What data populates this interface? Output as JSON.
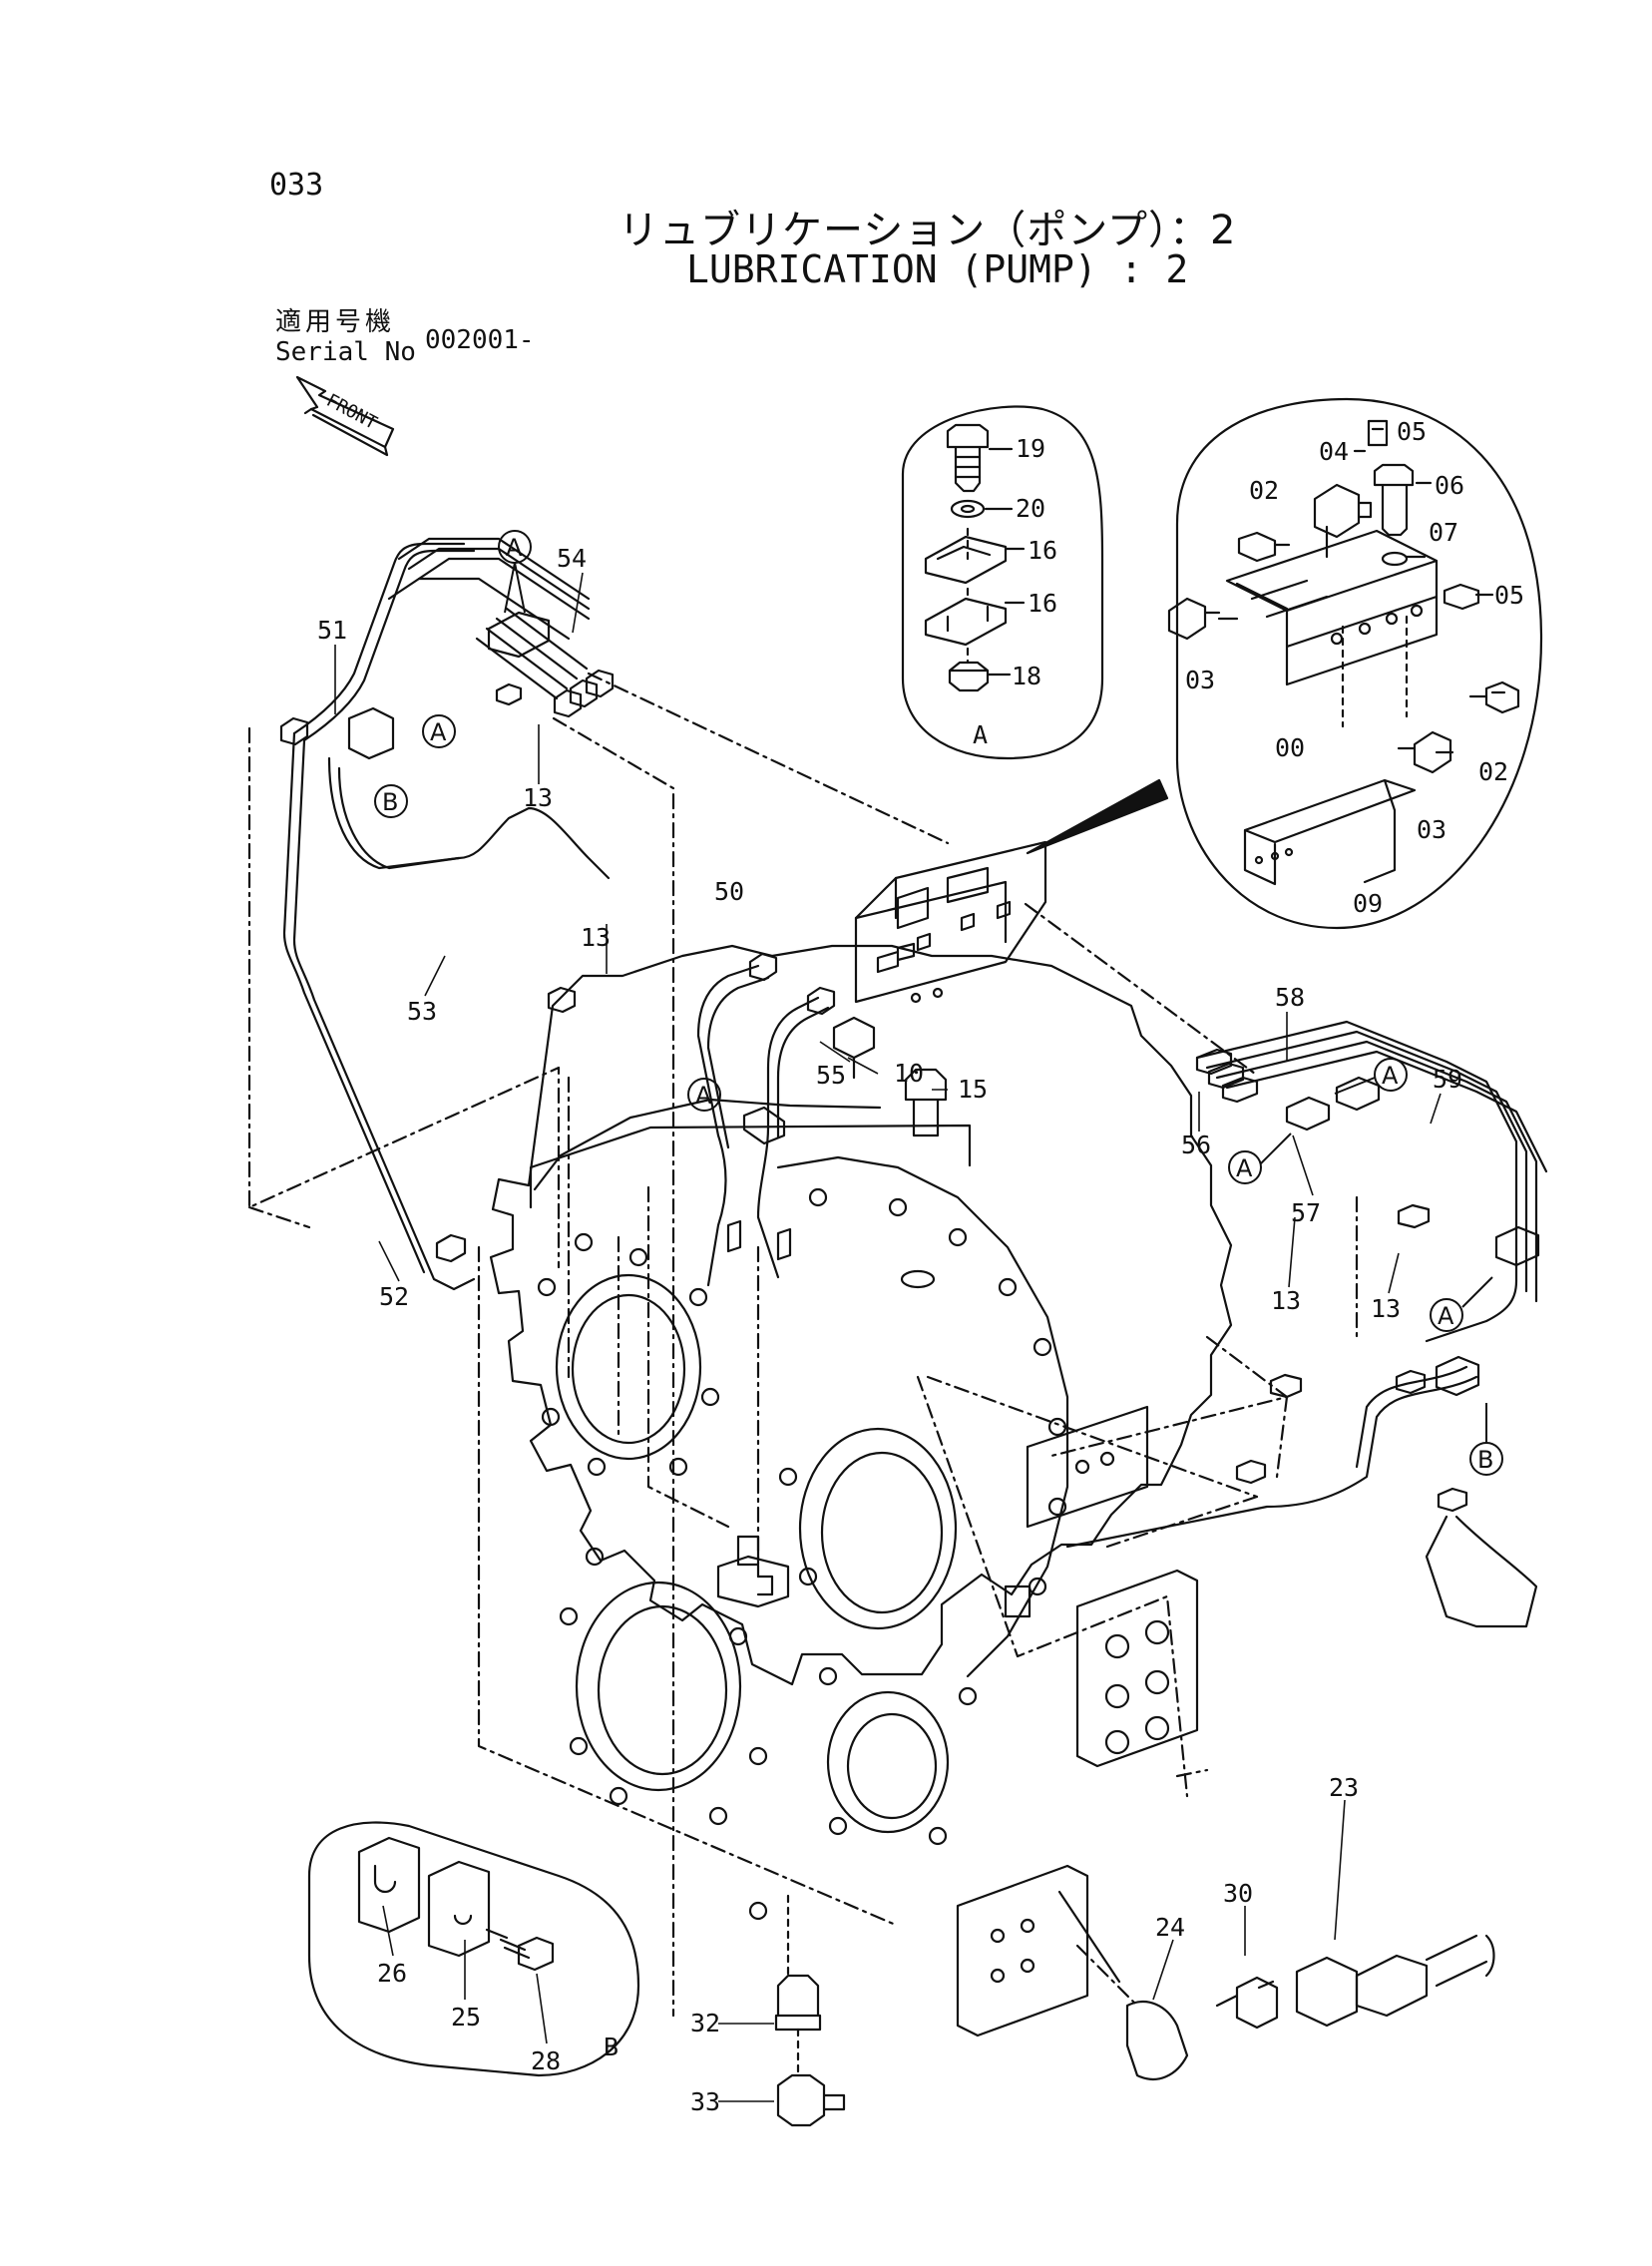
{
  "header": {
    "page_number": "033",
    "title_jp": "リュブリケーション（ポンプ）：2",
    "title_en": "LUBRICATION (PUMP) : 2",
    "serial_label_jp": "適用号機",
    "serial_label_en": "Serial No",
    "serial_value": "002001-"
  },
  "front_indicator": "FRONT",
  "callouts": {
    "A": "A",
    "B": "B"
  },
  "detail_labels": {
    "detail_a": "A",
    "detail_b": "B"
  },
  "part_labels": [
    {
      "id": "p19",
      "text": "19"
    },
    {
      "id": "p20",
      "text": "20"
    },
    {
      "id": "p16a",
      "text": "16"
    },
    {
      "id": "p16b",
      "text": "16"
    },
    {
      "id": "p18",
      "text": "18"
    },
    {
      "id": "p05a",
      "text": "05"
    },
    {
      "id": "p04",
      "text": "04"
    },
    {
      "id": "p06",
      "text": "06"
    },
    {
      "id": "p02a",
      "text": "02"
    },
    {
      "id": "p07",
      "text": "07"
    },
    {
      "id": "p05b",
      "text": "05"
    },
    {
      "id": "p03a",
      "text": "03"
    },
    {
      "id": "p00",
      "text": "00"
    },
    {
      "id": "p02b",
      "text": "02"
    },
    {
      "id": "p03b",
      "text": "03"
    },
    {
      "id": "p09",
      "text": "09"
    },
    {
      "id": "p54",
      "text": "54"
    },
    {
      "id": "p51",
      "text": "51"
    },
    {
      "id": "p13a",
      "text": "13"
    },
    {
      "id": "p50",
      "text": "50"
    },
    {
      "id": "p13b",
      "text": "13"
    },
    {
      "id": "p53",
      "text": "53"
    },
    {
      "id": "p10",
      "text": "10"
    },
    {
      "id": "p55",
      "text": "55"
    },
    {
      "id": "p15",
      "text": "15"
    },
    {
      "id": "p58",
      "text": "58"
    },
    {
      "id": "p59",
      "text": "59"
    },
    {
      "id": "p56",
      "text": "56"
    },
    {
      "id": "p57",
      "text": "57"
    },
    {
      "id": "p52",
      "text": "52"
    },
    {
      "id": "p13c",
      "text": "13"
    },
    {
      "id": "p13d",
      "text": "13"
    },
    {
      "id": "p23",
      "text": "23"
    },
    {
      "id": "p30",
      "text": "30"
    },
    {
      "id": "p24",
      "text": "24"
    },
    {
      "id": "p26",
      "text": "26"
    },
    {
      "id": "p25",
      "text": "25"
    },
    {
      "id": "p28",
      "text": "28"
    },
    {
      "id": "p32",
      "text": "32"
    },
    {
      "id": "p33",
      "text": "33"
    }
  ]
}
